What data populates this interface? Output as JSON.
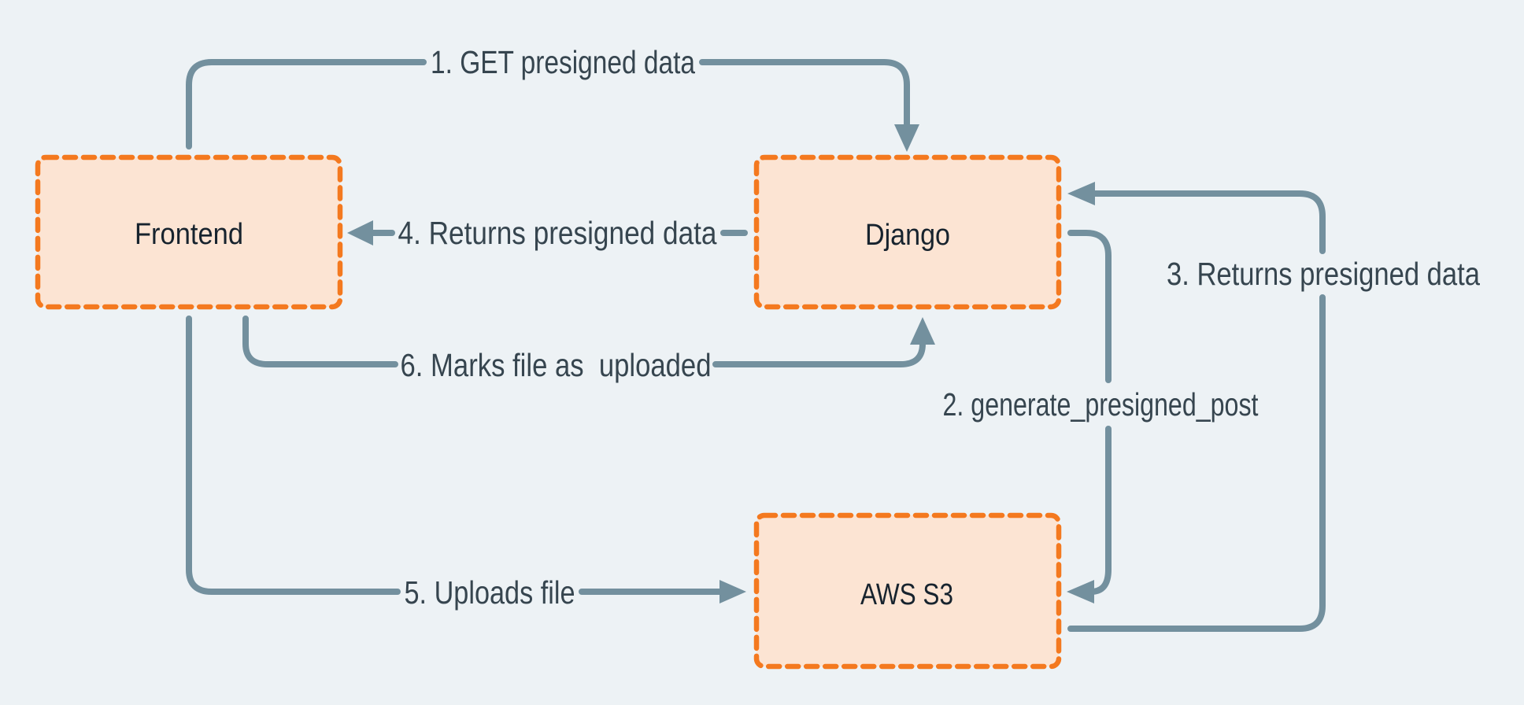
{
  "diagram": {
    "type": "flow-diagram",
    "description_visible_text_only": true,
    "nodes": [
      {
        "id": "frontend",
        "label": "Frontend"
      },
      {
        "id": "django",
        "label": "Django"
      },
      {
        "id": "aws_s3",
        "label": "AWS S3"
      }
    ],
    "edges": [
      {
        "num": "1",
        "label": "1. GET presigned data",
        "from": "Frontend",
        "to": "Django"
      },
      {
        "num": "2",
        "label": "2. generate_presigned_post",
        "from": "Django",
        "to": "AWS S3"
      },
      {
        "num": "3",
        "label": "3. Returns presigned data",
        "from": "AWS S3",
        "to": "Django"
      },
      {
        "num": "4",
        "label": "4. Returns presigned data",
        "from": "Django",
        "to": "Frontend"
      },
      {
        "num": "5",
        "label": "5. Uploads file",
        "from": "Frontend",
        "to": "AWS S3"
      },
      {
        "num": "6",
        "label": "6. Marks file as  uploaded",
        "from": "Frontend",
        "to": "Django"
      }
    ],
    "colors": {
      "background": "#EDF2F5",
      "node_fill": "#FCE4D3",
      "node_border": "#F4791F",
      "edge_line": "#73909E",
      "edge_label_text": "#36454F",
      "node_label_text": "#17232E"
    }
  }
}
